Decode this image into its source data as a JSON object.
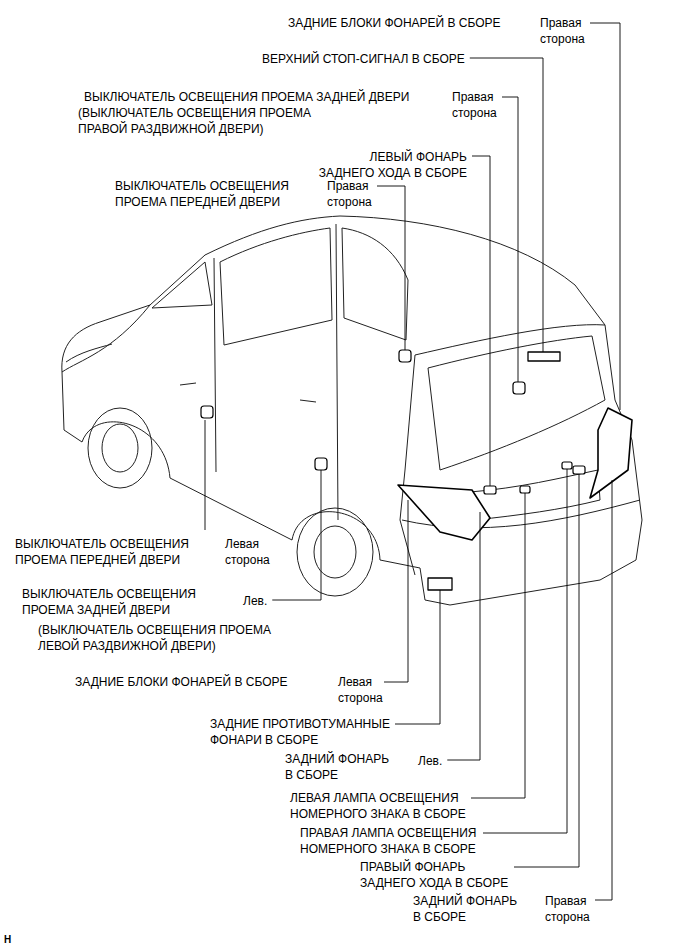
{
  "diagram": {
    "labels": [
      "ЗАДНИЕ БЛОКИ ФОНАРЕЙ В СБОРЕ",
      "Правая сторона",
      "ВЕРХНИЙ СТОП-СИГНАЛ В СБОРЕ",
      "ВЫКЛЮЧАТЕЛЬ ОСВЕЩЕНИЯ ПРОЕМА ЗАДНЕЙ ДВЕРИ",
      "(ВЫКЛЮЧАТЕЛЬ ОСВЕЩЕНИЯ ПРОЕМА ПРАВОЙ РАЗДВИЖНОЙ ДВЕРИ)",
      "Правая сторона",
      "ЛЕВЫЙ ФОНАРЬ ЗАДНЕГО ХОДА В СБОРЕ",
      "ВЫКЛЮЧАТЕЛЬ ОСВЕЩЕНИЯ ПРОЕМА ПЕРЕДНЕЙ ДВЕРИ",
      "Правая сторона",
      "ВЫКЛЮЧАТЕЛЬ ОСВЕЩЕНИЯ ПРОЕМА ПЕРЕДНЕЙ ДВЕРИ",
      "Левая сторона",
      "ВЫКЛЮЧАТЕЛЬ ОСВЕЩЕНИЯ ПРОЕМА ЗАДНЕЙ ДВЕРИ",
      "Лев.",
      "(ВЫКЛЮЧАТЕЛЬ ОСВЕЩЕНИЯ ПРОЕМА ЛЕВОЙ РАЗДВИЖНОЙ ДВЕРИ)",
      "ЗАДНИЕ БЛОКИ ФОНАРЕЙ В СБОРЕ",
      "Левая сторона",
      "ЗАДНИЕ ПРОТИВОТУМАННЫЕ ФОНАРИ В СБОРЕ",
      "ЗАДНИЙ ФОНАРЬ В СБОРЕ",
      "Лев.",
      "ЛЕВАЯ ЛАМПА ОСВЕЩЕНИЯ НОМЕРНОГО ЗНАКА В СБОРЕ",
      "ПРАВАЯ ЛАМПА ОСВЕЩЕНИЯ НОМЕРНОГО ЗНАКА В СБОРЕ",
      "ПРАВЫЙ ФОНАРЬ ЗАДНЕГО ХОДА В СБОРЕ",
      "ЗАДНИЙ ФОНАРЬ В СБОРЕ",
      "Правая сторона",
      "H"
    ]
  }
}
